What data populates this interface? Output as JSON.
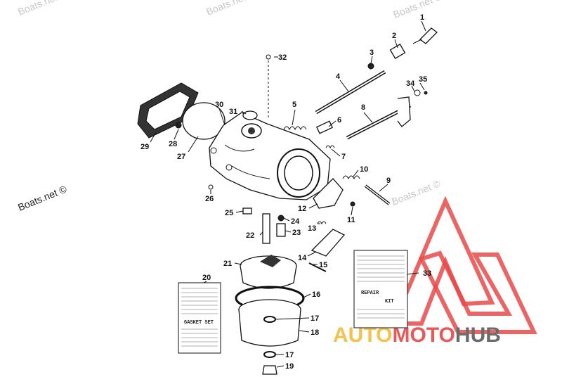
{
  "watermarks": {
    "top_left": "Boats.net ©",
    "top_center": "Boats.net ©",
    "top_right": "Boats.net ©",
    "left": "Boats.net ©",
    "right": "Boats.net ©"
  },
  "kits": {
    "gasket_set": "GASKET SET",
    "repair_kit_1": "REPAIR",
    "repair_kit_2": "KIT"
  },
  "logo": {
    "part1": "AUTO",
    "part2": "MOTO",
    "part3": "HUB",
    "color_outline": "#e84a4a",
    "color_auto": "#f2c14e",
    "color_moto": "#e85a5a",
    "color_hub": "#6b6b6b"
  },
  "callouts": {
    "c1": "1",
    "c2": "2",
    "c3": "3",
    "c4": "4",
    "c5": "5",
    "c6": "6",
    "c7": "7",
    "c8": "8",
    "c9": "9",
    "c10": "10",
    "c11": "11",
    "c12": "12",
    "c13": "13",
    "c14": "14",
    "c15": "15",
    "c16": "16",
    "c17a": "17",
    "c17b": "17",
    "c18": "18",
    "c19": "19",
    "c20": "20",
    "c21": "21",
    "c22": "22",
    "c23": "23",
    "c24": "24",
    "c25": "25",
    "c26": "26",
    "c27": "27",
    "c28": "28",
    "c29": "29",
    "c30": "30",
    "c31": "31",
    "c32": "32",
    "c33": "33",
    "c34": "34",
    "c35": "35"
  }
}
